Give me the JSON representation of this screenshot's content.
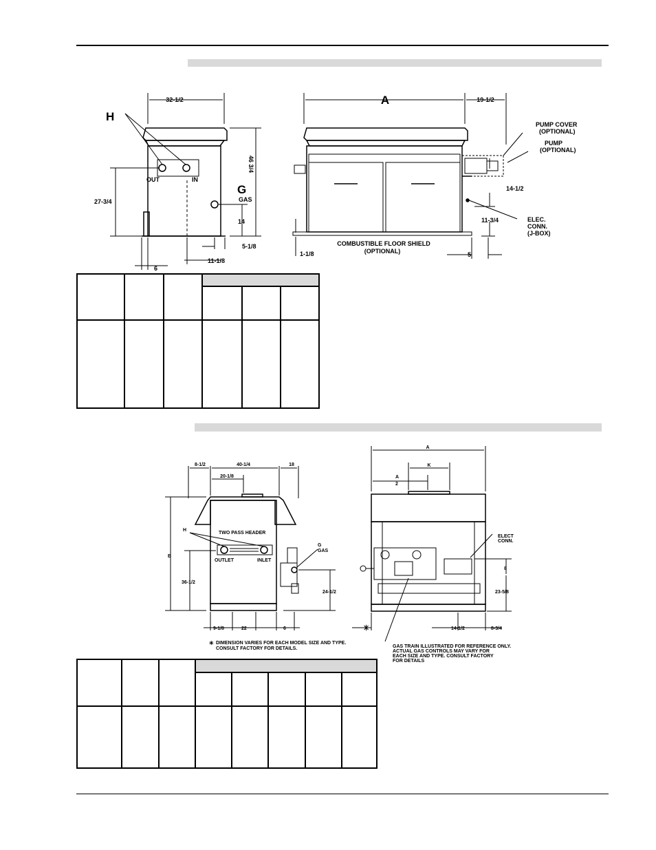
{
  "diagram1": {
    "front": {
      "width_dim": "32-1/2",
      "height_dim": "46 3/4",
      "header_label": "H",
      "out_label": "OUT",
      "in_label": "IN",
      "gas_letter": "G",
      "gas_label": "GAS",
      "conn_height": "27-3/4",
      "gas_height": "14",
      "gas_offset": "5-1/8",
      "base_dim": "6",
      "side_dim": "11-1/8"
    },
    "side": {
      "length_label": "A",
      "pump_dim": "19-1/2",
      "pump_cover_line1": "PUMP COVER",
      "pump_cover_line2": "(OPTIONAL)",
      "pump_line1": "PUMP",
      "pump_line2": "(OPTIONAL)",
      "pump_height": "14-1/2",
      "elec_height": "11-3/4",
      "elec_line1": "ELEC.",
      "elec_line2": "CONN.",
      "elec_line3": "(J-BOX)",
      "shield_line1": "COMBUSTIBLE FLOOR SHIELD",
      "shield_line2": "(OPTIONAL)",
      "shield_height": "1-1/8",
      "side_offset": "5"
    }
  },
  "diagram2": {
    "front": {
      "left_dim": "8-1/2",
      "width_dim": "40-1/4",
      "half_dim": "20-1/8",
      "right_dim": "18",
      "height_label": "B",
      "header_letter": "H",
      "header_label": "TWO PASS HEADER",
      "outlet_label": "OUTLET",
      "inlet_label": "INLET",
      "gas_letter": "G",
      "gas_label": "GAS",
      "conn_height": "36-1/2",
      "gas_height": "24-1/2",
      "base_left": "9-1/8",
      "base_mid": "22",
      "base_right": "6"
    },
    "side": {
      "length_label": "A",
      "half_num": "A",
      "half_den": "2",
      "k_label": "K",
      "elec_line1": "ELECT",
      "elec_line2": "CONN.",
      "elec_height": "23-5/8",
      "small_dim": "8",
      "bottom_dim1": "14-1/2",
      "bottom_dim2": "8-3/4"
    },
    "note_mark": "✳",
    "note_line1": "DIMENSION VARIES FOR EACH MODEL SIZE AND TYPE.",
    "note_line2": "CONSULT FACTORY FOR DETAILS.",
    "gas_note_line1": "GAS TRAIN ILLUSTRATED FOR REFERENCE ONLY.",
    "gas_note_line2": "ACTUAL GAS CONTROLS MAY VARY FOR",
    "gas_note_line3": "EACH          SIZE AND TYPE.  CONSULT FACTORY",
    "gas_note_line4": "FOR DETAILS"
  }
}
